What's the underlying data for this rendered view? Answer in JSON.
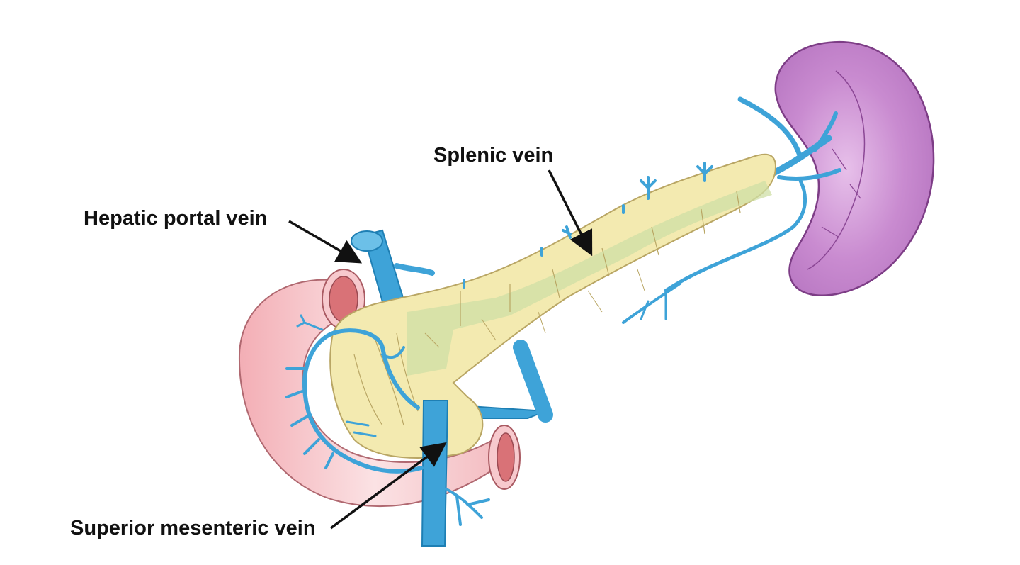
{
  "labels": {
    "splenic_vein": "Splenic vein",
    "hepatic_portal_vein": "Hepatic portal vein",
    "superior_mesenteric_vein": "Superior mesenteric vein"
  },
  "colors": {
    "vein": "#3ea3d8",
    "vein_dark": "#1e7fb4",
    "pancreas": "#f3eab0",
    "pancreas_outline": "#b9a664",
    "pancreas_overlay": "#cfdfa6",
    "spleen": "#c98bd0",
    "spleen_inner": "#b76fc2",
    "duodenum": "#f7c9cd",
    "duodenum_lumen": "#d97277",
    "label_text": "#111111"
  }
}
